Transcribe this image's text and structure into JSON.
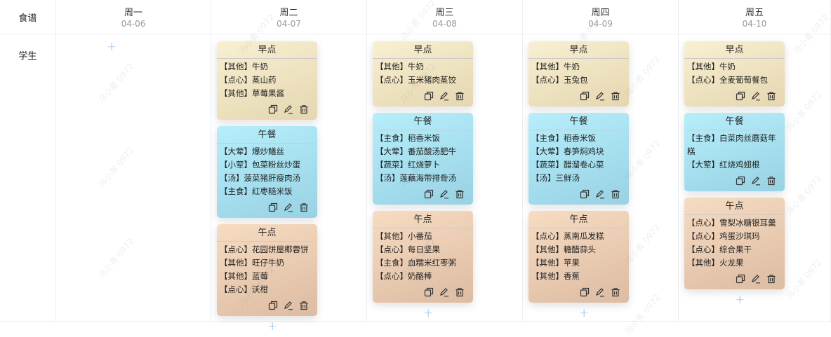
{
  "header": {
    "corner": "食谱",
    "days": [
      {
        "day": "周一",
        "date": "04-06"
      },
      {
        "day": "周二",
        "date": "04-07"
      },
      {
        "day": "周三",
        "date": "04-08"
      },
      {
        "day": "周四",
        "date": "04-09"
      },
      {
        "day": "周五",
        "date": "04-10"
      }
    ]
  },
  "row_label": "学生",
  "watermark": "冯小青 0972",
  "plus": "+",
  "columns": [
    {
      "cards": []
    },
    {
      "cards": [
        {
          "type": "breakfast",
          "title": "早点",
          "items": [
            "【其他】牛奶",
            "【点心】蒸山药",
            "【其他】草莓果酱"
          ]
        },
        {
          "type": "lunch",
          "title": "午餐",
          "items": [
            "【大荤】爆炒鳝丝",
            "【小荤】包菜粉丝炒蛋",
            "【汤】菠菜猪肝瘦肉汤",
            "【主食】红枣糙米饭"
          ]
        },
        {
          "type": "snack",
          "title": "午点",
          "items": [
            "【点心】花园饼屋椰蓉饼",
            "【其他】旺仔牛奶",
            "【其他】蓝莓",
            "【点心】沃柑"
          ]
        }
      ]
    },
    {
      "cards": [
        {
          "type": "breakfast",
          "title": "早点",
          "items": [
            "【其他】牛奶",
            "【点心】玉米猪肉蒸饺"
          ]
        },
        {
          "type": "lunch",
          "title": "午餐",
          "items": [
            "【主食】稻香米饭",
            "【大荤】番茄酸汤肥牛",
            "【蔬菜】红烧萝卜",
            "【汤】莲藕海带排骨汤"
          ]
        },
        {
          "type": "snack",
          "title": "午点",
          "items": [
            "【其他】小番茄",
            "【点心】每日坚果",
            "【主食】血糯米红枣粥",
            "【点心】奶酪棒"
          ]
        }
      ]
    },
    {
      "cards": [
        {
          "type": "breakfast",
          "title": "早点",
          "items": [
            "【其他】牛奶",
            "【点心】玉兔包"
          ]
        },
        {
          "type": "lunch",
          "title": "午餐",
          "items": [
            "【主食】稻香米饭",
            "【大荤】春笋焖鸡块",
            "【蔬菜】醋溜卷心菜",
            "【汤】三鲜汤"
          ]
        },
        {
          "type": "snack",
          "title": "午点",
          "items": [
            "【点心】蒸南瓜发糕",
            "【其他】糖醋蒜头",
            "【其他】苹果",
            "【其他】香蕉"
          ]
        }
      ]
    },
    {
      "cards": [
        {
          "type": "breakfast",
          "title": "早点",
          "items": [
            "【其他】牛奶",
            "【点心】全麦葡萄餐包"
          ]
        },
        {
          "type": "lunch",
          "title": "午餐",
          "items": [
            "【主食】白菜肉丝蘑菇年糕",
            "【大荤】红烧鸡翅根"
          ]
        },
        {
          "type": "snack",
          "title": "午点",
          "items": [
            "【点心】雪梨冰糖银耳羹",
            "【点心】鸡蛋沙琪玛",
            "【点心】综合果干",
            "【其他】火龙果"
          ]
        }
      ]
    }
  ]
}
